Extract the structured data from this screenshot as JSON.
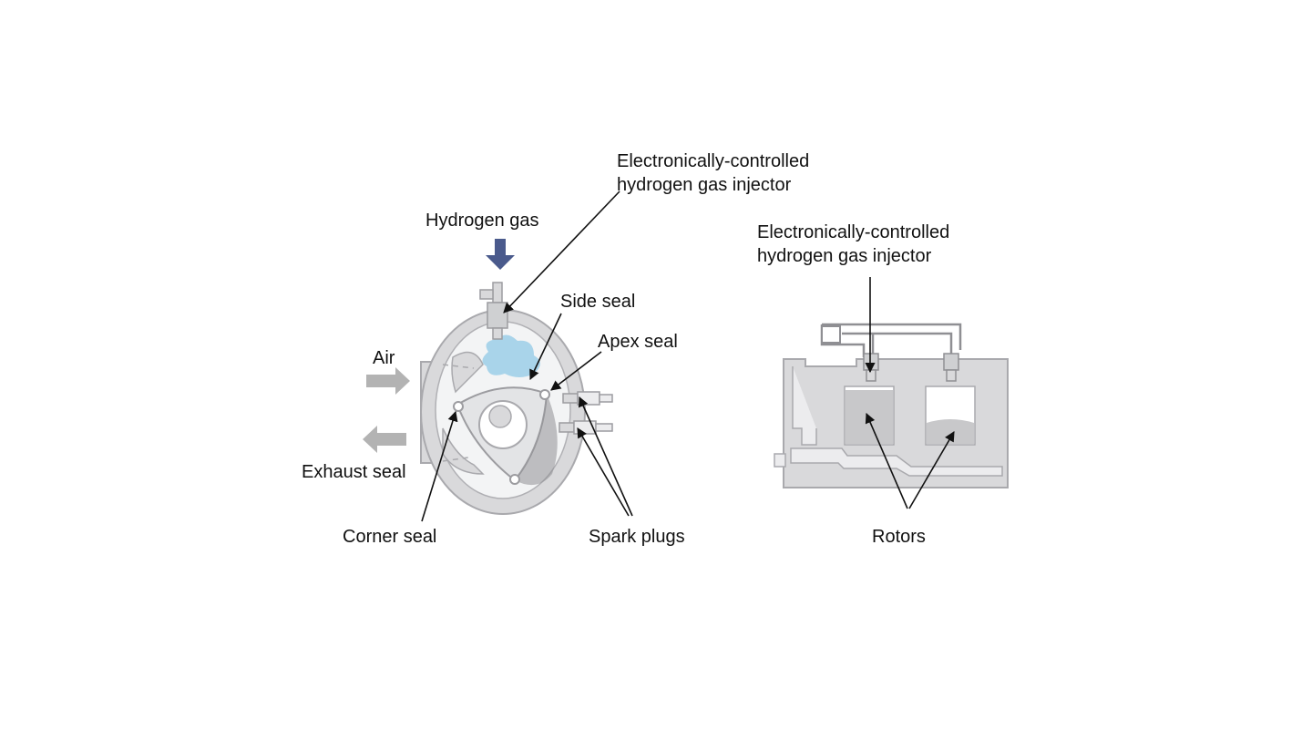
{
  "labels": {
    "injector_left_line1": "Electronically-controlled",
    "injector_left_line2": "hydrogen gas injector",
    "hydrogen_gas": "Hydrogen gas",
    "side_seal": "Side seal",
    "apex_seal": "Apex seal",
    "air": "Air",
    "exhaust_seal": "Exhaust seal",
    "corner_seal": "Corner seal",
    "spark_plugs": "Spark plugs",
    "injector_right_line1": "Electronically-controlled",
    "injector_right_line2": "hydrogen gas injector",
    "rotors": "Rotors"
  },
  "colors": {
    "housing": "#d9d9db",
    "housing_outline": "#a9a9ad",
    "chamber": "#f3f4f5",
    "rotor": "#e3e4e6",
    "hydrogen_cloud": "#a9d4ea",
    "hydrogen_arrow": "#4a5a8c",
    "flow_arrow": "#b3b3b3",
    "rotor_section": "#c8c8ca",
    "leader_line": "#111111"
  }
}
